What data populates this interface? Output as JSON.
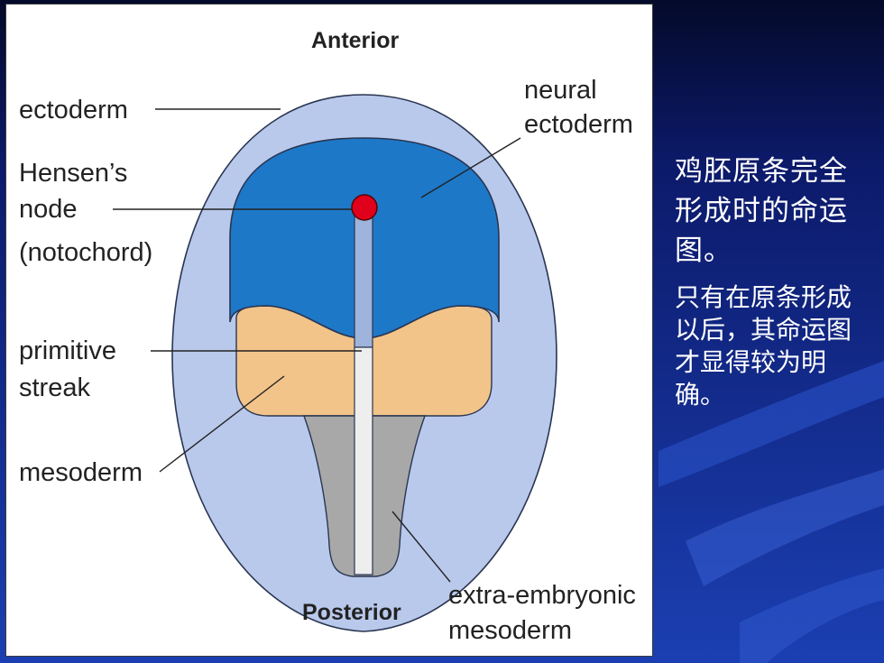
{
  "figure": {
    "labels": {
      "anterior": "Anterior",
      "posterior": "Posterior",
      "ectoderm": "ectoderm",
      "neural_line1": "neural",
      "neural_line2": "ectoderm",
      "hensen_line1": "Hensen’s",
      "hensen_line2": "node",
      "hensen_line3": "(notochord)",
      "primitive_line1": "primitive",
      "primitive_line2": "streak",
      "mesoderm": "mesoderm",
      "extra_line1": "extra-embryonic",
      "extra_line2": "mesoderm"
    },
    "colors": {
      "ectoderm": "#b9c9ec",
      "neural_ectoderm": "#1d78c8",
      "mesoderm": "#f2c48a",
      "extra_embryonic": "#a8a8a8",
      "hensens_node": "#e0001b",
      "streak": "#9eb4dc"
    }
  },
  "sidebar": {
    "caption_1": "鸡胚原条完全形成时的命运图。",
    "caption_2": "只有在原条形成以后，其命运图才显得较为明确。"
  }
}
